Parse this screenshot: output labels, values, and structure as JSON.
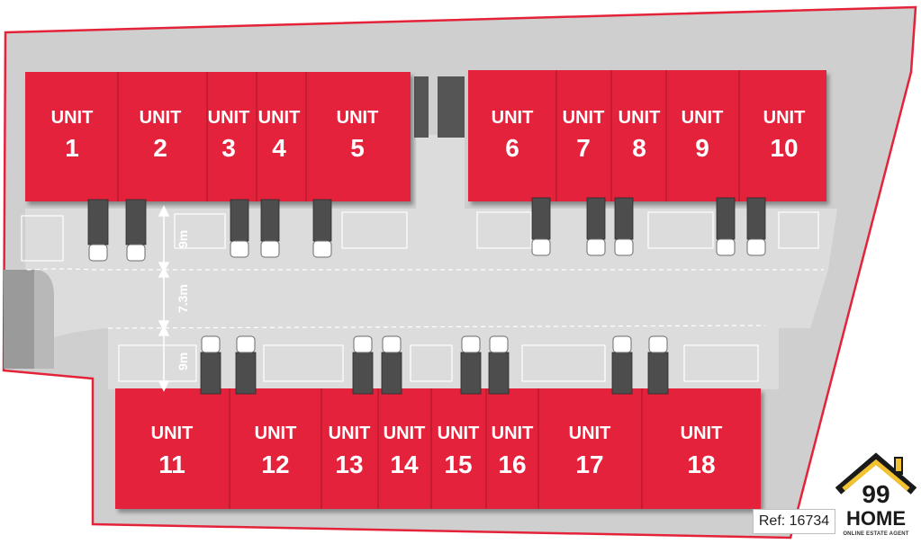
{
  "units": [
    {
      "label": "UNIT",
      "number": "1"
    },
    {
      "label": "UNIT",
      "number": "2"
    },
    {
      "label": "UNIT",
      "number": "3"
    },
    {
      "label": "UNIT",
      "number": "4"
    },
    {
      "label": "UNIT",
      "number": "5"
    },
    {
      "label": "UNIT",
      "number": "6"
    },
    {
      "label": "UNIT",
      "number": "7"
    },
    {
      "label": "UNIT",
      "number": "8"
    },
    {
      "label": "UNIT",
      "number": "9"
    },
    {
      "label": "UNIT",
      "number": "10"
    },
    {
      "label": "UNIT",
      "number": "11"
    },
    {
      "label": "UNIT",
      "number": "12"
    },
    {
      "label": "UNIT",
      "number": "13"
    },
    {
      "label": "UNIT",
      "number": "14"
    },
    {
      "label": "UNIT",
      "number": "15"
    },
    {
      "label": "UNIT",
      "number": "16"
    },
    {
      "label": "UNIT",
      "number": "17"
    },
    {
      "label": "UNIT",
      "number": "18"
    }
  ],
  "dimensions": {
    "upper_bay": "9m",
    "road_width": "7.3m",
    "lower_bay": "9m"
  },
  "reference": "Ref: 16734",
  "logo": {
    "number": "99",
    "brand": "HOME",
    "tagline": "ONLINE ESTATE AGENT"
  },
  "colors": {
    "unit_fill": "#e4233b",
    "site_boundary": "#e4233b",
    "ground": "#cfcfcf",
    "road": "#dedede",
    "vehicle": "#4d4d4d",
    "logo_accent": "#f2c230"
  }
}
